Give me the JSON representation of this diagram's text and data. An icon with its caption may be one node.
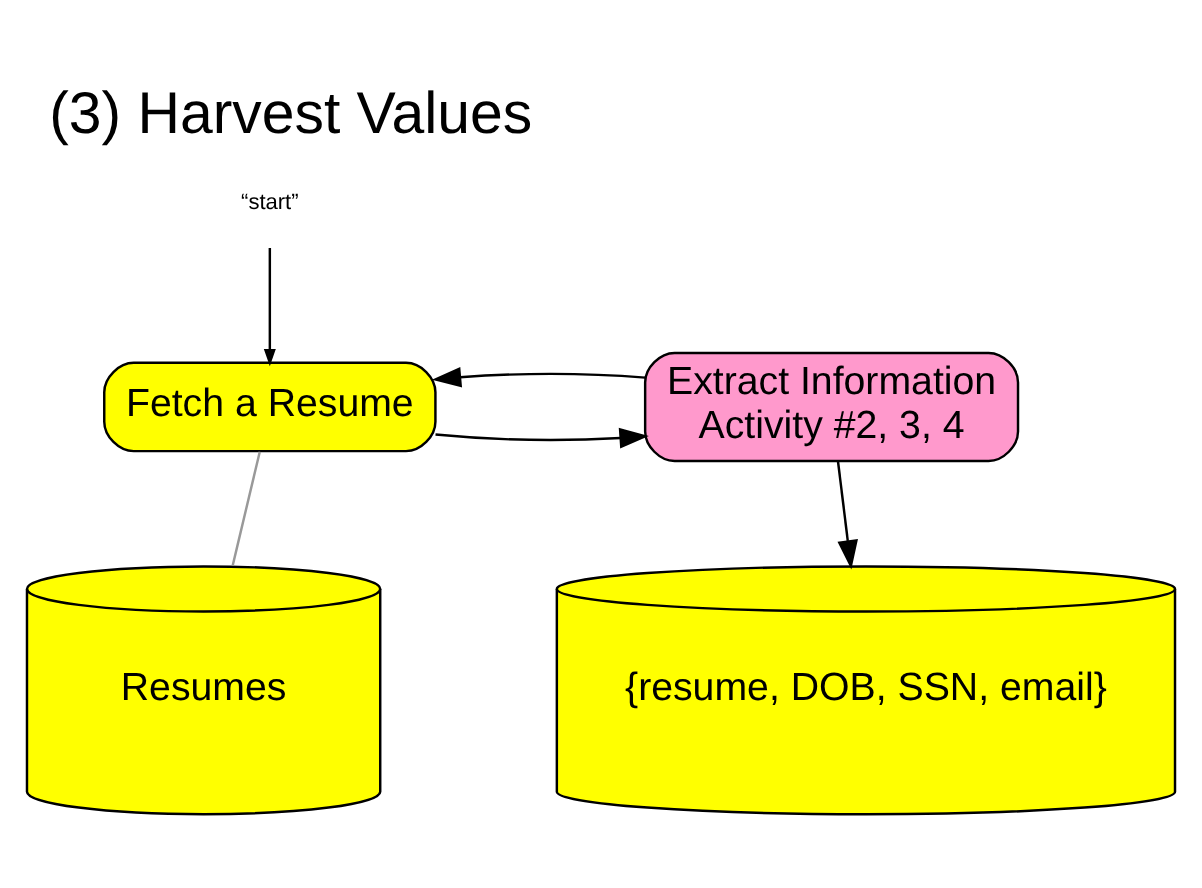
{
  "diagram": {
    "title": "(3) Harvest Values",
    "nodes": [
      {
        "text": [
          "“start”"
        ]
      },
      {
        "text": [
          "Fetch a Resume"
        ]
      },
      {
        "text": [
          "Extract Information",
          "Activity #2, 3, 4"
        ]
      },
      {
        "text": [
          "Resumes"
        ]
      },
      {
        "text": [
          "{resume, DOB, SSN, email}"
        ]
      }
    ],
    "edges": [
      {
        "from": 0,
        "to": 1,
        "arrow": "to"
      },
      {
        "from": 1,
        "to": 2,
        "arrow": "to"
      },
      {
        "from": 2,
        "to": 1,
        "arrow": "to"
      },
      {
        "from": 1,
        "to": 3,
        "arrow": "none",
        "color": "#999999"
      },
      {
        "from": 2,
        "to": 4,
        "arrow": "to"
      }
    ]
  }
}
